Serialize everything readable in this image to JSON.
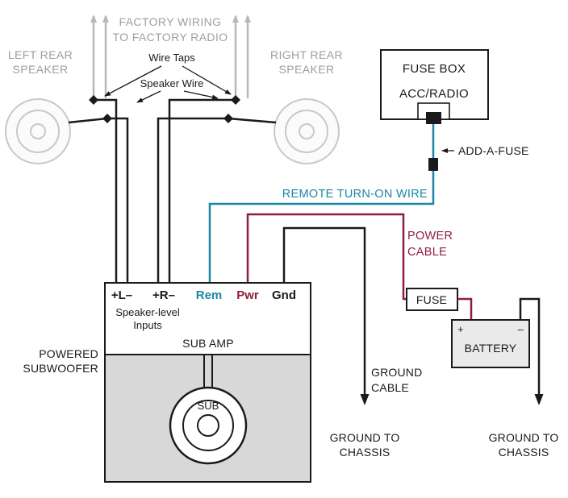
{
  "colors": {
    "ink": "#1a1a1a",
    "teal": "#1d87a5",
    "maroon": "#8e1f3c",
    "gray_text": "#9e9e9e",
    "gray_wire": "#b8b8b8",
    "enclosure_fill": "#d8d8d8",
    "battery_fill": "#eaeaea"
  },
  "factory": {
    "wiring_line1": "FACTORY WIRING",
    "wiring_line2": "TO FACTORY RADIO",
    "left_speaker_line1": "LEFT REAR",
    "left_speaker_line2": "SPEAKER",
    "right_speaker_line1": "RIGHT REAR",
    "right_speaker_line2": "SPEAKER",
    "wire_taps": "Wire Taps",
    "speaker_wire": "Speaker Wire"
  },
  "fuse_box": {
    "title": "FUSE BOX",
    "slot": "ACC/RADIO",
    "add_a_fuse": "ADD-A-FUSE"
  },
  "wires": {
    "remote": "REMOTE TURN-ON WIRE",
    "power_line1": "POWER",
    "power_line2": "CABLE",
    "ground_line1": "GROUND",
    "ground_line2": "CABLE"
  },
  "power": {
    "fuse": "FUSE",
    "battery": "BATTERY",
    "plus": "+",
    "minus": "–"
  },
  "amp": {
    "terminal_left": "+L–",
    "terminal_right": "+R–",
    "terminal_rem": "Rem",
    "terminal_pwr": "Pwr",
    "terminal_gnd": "Gnd",
    "inputs_line1": "Speaker-level",
    "inputs_line2": "Inputs",
    "name": "SUB AMP",
    "sub": "SUB",
    "powered_line1": "POWERED",
    "powered_line2": "SUBWOOFER"
  },
  "ground": {
    "chassis_line1": "GROUND TO",
    "chassis_line2": "CHASSIS"
  }
}
